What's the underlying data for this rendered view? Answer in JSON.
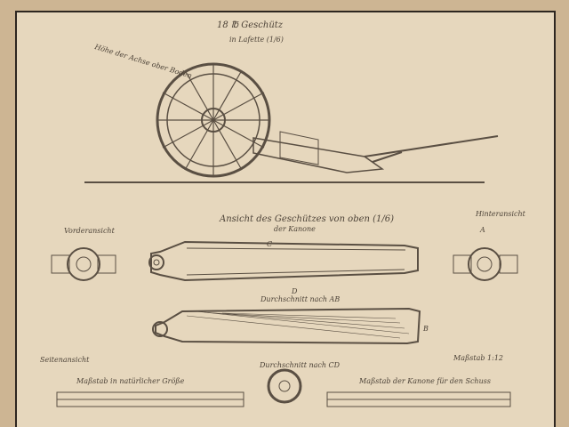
{
  "image": {
    "description": "Aged technical drawing of a field cannon with side views, top/bottom views, muzzle and breech views, and two scale bars."
  },
  "labels": {
    "title_line1": "18 ℔ Geschütz",
    "title_line2": "in Lafette (1/6)",
    "diagonal_note": "Höhe der Achse ober Boden",
    "left_view": "Vorderansicht",
    "right_view": "Hinteransicht",
    "center_title_1": "Ansicht des Geschützes von oben (1/6)",
    "center_title_2": "der Kanone",
    "section_ab": "Durchschnitt nach AB",
    "section_cd": "Durchschnitt nach CD",
    "left_bottom_note": "Seitenansicht",
    "right_bottom_note": "Maßstab 1:12",
    "scale_left_title": "Maßstab in natürlicher Größe",
    "scale_right_title": "Maßstab der Kanone für den Schuss",
    "marker_a": "A",
    "marker_b": "B",
    "marker_c": "C",
    "marker_d": "D"
  },
  "colors": {
    "paper": "#e6d7bd",
    "ink": "#2d2620",
    "pencil": "#5a4f43"
  }
}
